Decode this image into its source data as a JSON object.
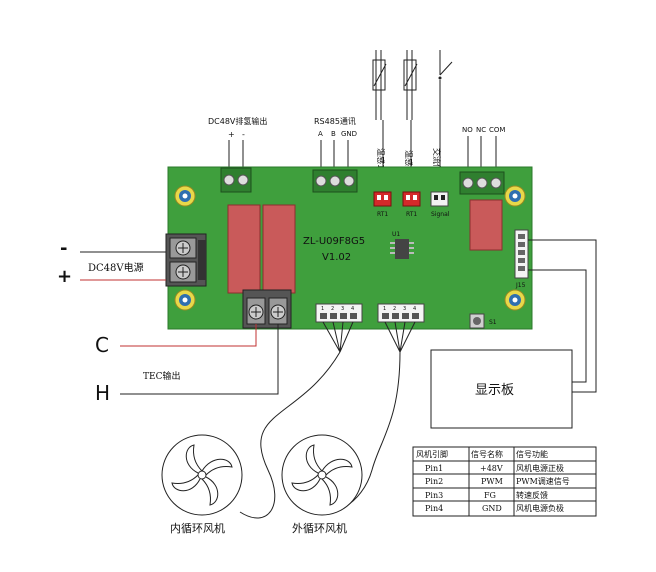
{
  "board": {
    "model": "ZL-U09F8G5",
    "version": "V1.02",
    "chip_label": "U1",
    "button_label": "S1",
    "connector_label": "J15",
    "rt1_label": "RT1",
    "rt2_label": "RT1",
    "signal_label": "Signal"
  },
  "top_labels": {
    "dc48v_exhaust": "DC48V排氢输出",
    "plus": "+",
    "minus": "-",
    "rs485": "RS485通讯",
    "rs485_pins": [
      "A",
      "B",
      "GND"
    ],
    "temp1": "温感1(内循环)",
    "temp2": "温感2(备用)",
    "ac_signal": "交流信号告警",
    "relay_pins": [
      "NO",
      "NC",
      "COM"
    ]
  },
  "left_labels": {
    "minus": "-",
    "plus": "+",
    "dc48v_power": "DC48V电源",
    "c": "C",
    "h": "H",
    "tec_output": "TEC输出"
  },
  "fan_connectors": {
    "left_pins": [
      "1",
      "2",
      "3",
      "4"
    ],
    "right_pins": [
      "1",
      "2",
      "3",
      "4"
    ]
  },
  "display_board": "显示板",
  "fans": {
    "inner": "内循环风机",
    "outer": "外循环风机"
  },
  "pin_table": {
    "headers": [
      "风机引脚",
      "信号名称",
      "信号功能"
    ],
    "rows": [
      [
        "Pin1",
        "+48V",
        "风机电源正极"
      ],
      [
        "Pin2",
        "PWM",
        "PWM调速信号"
      ],
      [
        "Pin3",
        "FG",
        "转速反馈"
      ],
      [
        "Pin4",
        "GND",
        "风机电源负极"
      ]
    ]
  },
  "colors": {
    "pcb": "#3f9f3d",
    "relay": "#c95a5a",
    "sensor_connector": "#d42a2a",
    "wire_red": "#c03030"
  }
}
